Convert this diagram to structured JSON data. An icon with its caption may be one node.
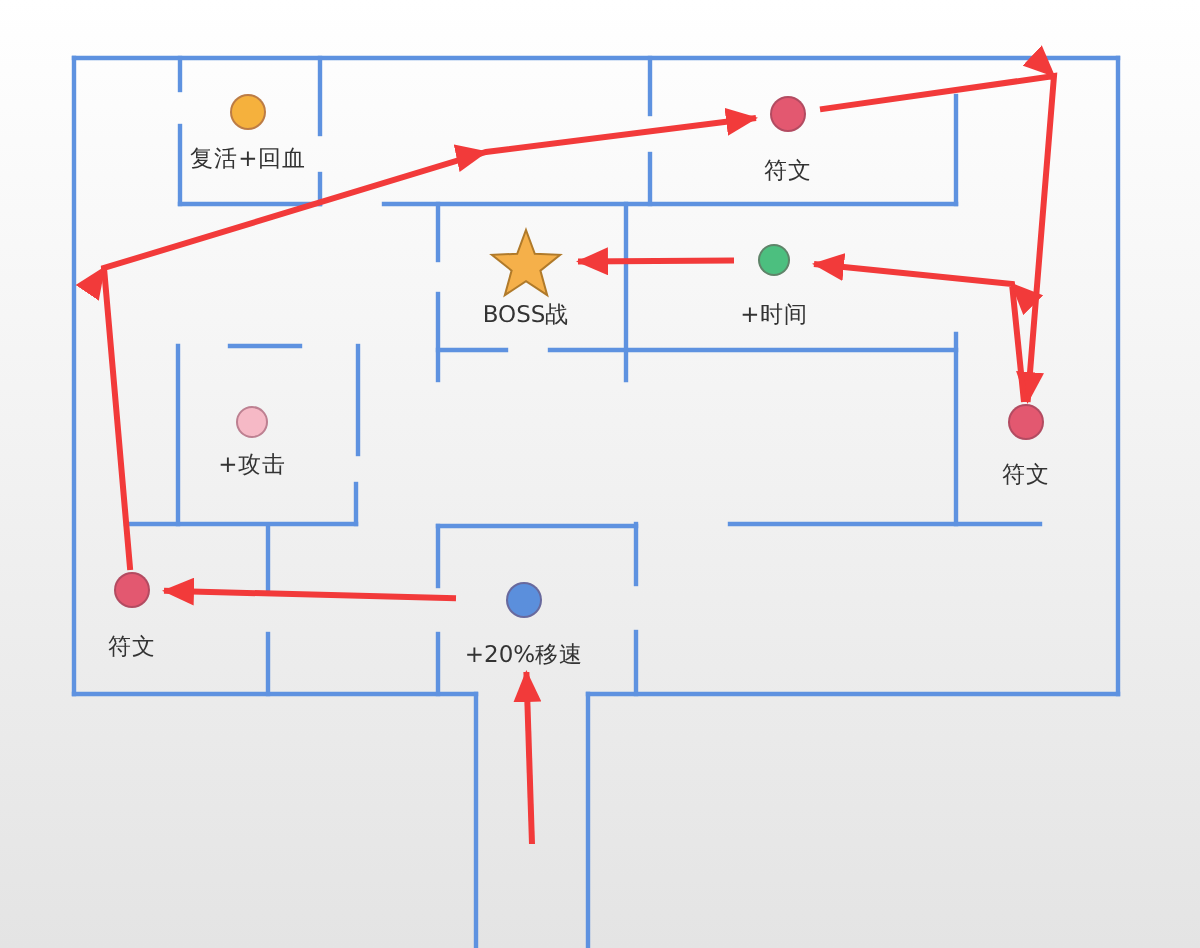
{
  "diagram": {
    "nodes": [
      {
        "text": [
          "复活+回血"
        ]
      },
      {
        "text": [
          "符文"
        ]
      },
      {
        "text": [
          "BOSS战"
        ]
      },
      {
        "text": [
          "+时间"
        ]
      },
      {
        "text": [
          "+攻击"
        ]
      },
      {
        "text": [
          "符文"
        ]
      },
      {
        "text": [
          "符文"
        ]
      },
      {
        "text": [
          "+20%移速"
        ]
      }
    ],
    "edges": [
      {
        "from": null,
        "to": 7,
        "arrow": "to"
      },
      {
        "from": 7,
        "to": 6,
        "arrow": "to"
      },
      {
        "from": 6,
        "to": 1,
        "arrow": "to"
      },
      {
        "from": 1,
        "to": 5,
        "arrow": "to"
      },
      {
        "from": 5,
        "to": 3,
        "arrow": "to"
      },
      {
        "from": 3,
        "to": 2,
        "arrow": "to"
      }
    ]
  }
}
